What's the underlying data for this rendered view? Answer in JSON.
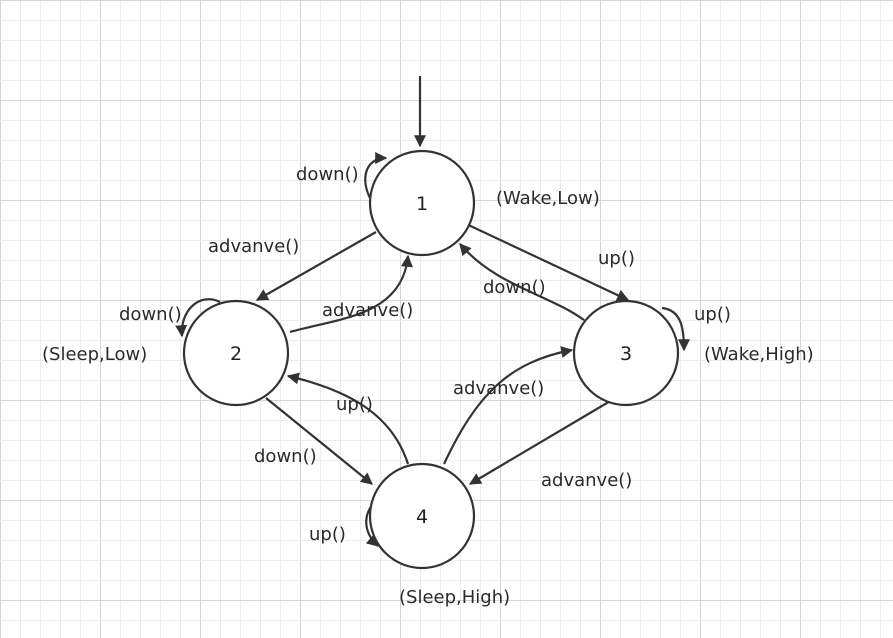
{
  "diagram": {
    "states": [
      {
        "id": "1",
        "label": "1",
        "output": "(Wake,Low)"
      },
      {
        "id": "2",
        "label": "2",
        "output": "(Sleep,Low)"
      },
      {
        "id": "3",
        "label": "3",
        "output": "(Wake,High)"
      },
      {
        "id": "4",
        "label": "4",
        "output": "(Sleep,High)"
      }
    ],
    "transitions": [
      {
        "from": "1",
        "to": "1",
        "label": "down()"
      },
      {
        "from": "1",
        "to": "2",
        "label": "advanve()"
      },
      {
        "from": "1",
        "to": "3",
        "label": "up()"
      },
      {
        "from": "2",
        "to": "2",
        "label": "down()"
      },
      {
        "from": "2",
        "to": "1",
        "label": "advanve()"
      },
      {
        "from": "2",
        "to": "4",
        "label": "down()"
      },
      {
        "from": "3",
        "to": "3",
        "label": "up()"
      },
      {
        "from": "3",
        "to": "1",
        "label": "down()"
      },
      {
        "from": "3",
        "to": "4",
        "label": "advanve()"
      },
      {
        "from": "4",
        "to": "4",
        "label": "up()"
      },
      {
        "from": "4",
        "to": "2",
        "label": "up()"
      },
      {
        "from": "4",
        "to": "3",
        "label": "advanve()"
      }
    ],
    "initial_state": "1"
  },
  "colors": {
    "stroke": "#333333",
    "text": "#2a2a2a",
    "grid_minor": "#ececec",
    "grid_major": "#d6d6d6",
    "background": "#ffffff"
  }
}
